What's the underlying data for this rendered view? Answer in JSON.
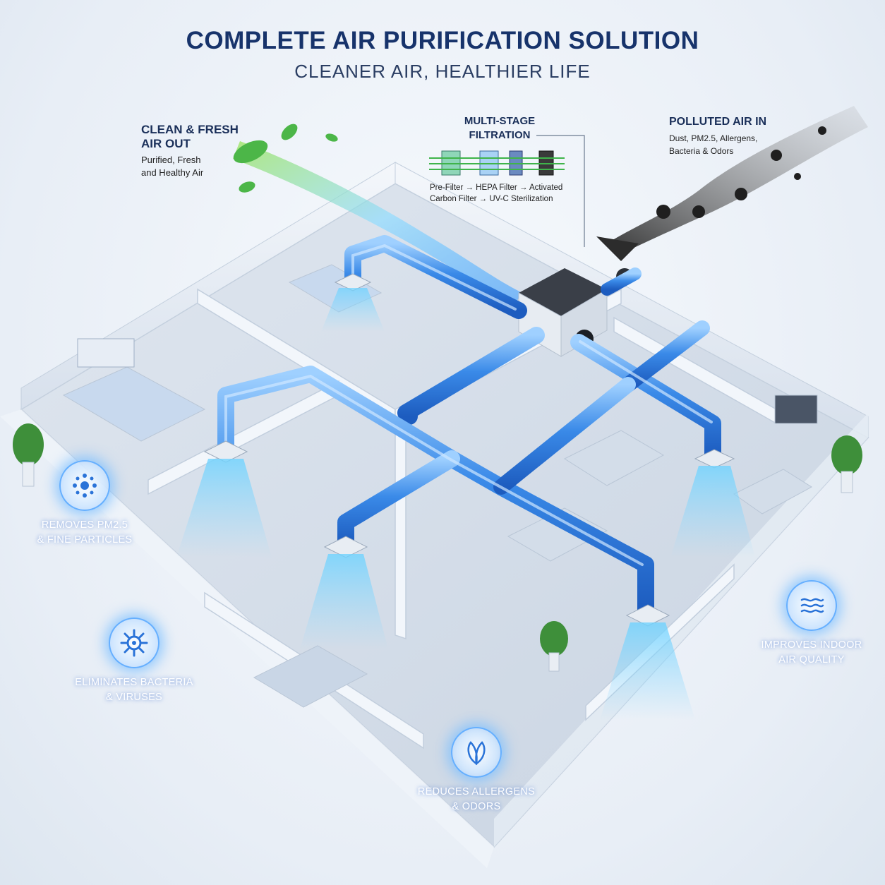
{
  "header": {
    "title": "COMPLETE AIR PURIFICATION SOLUTION",
    "subtitle": "CLEANER AIR, HEALTHIER LIFE"
  },
  "callouts": {
    "clean_air": {
      "heading_line1": "CLEAN & FRESH",
      "heading_line2": "AIR OUT",
      "desc_line1": "Purified, Fresh",
      "desc_line2": "and Healthy Air"
    },
    "polluted_air": {
      "heading": "POLLUTED AIR IN",
      "desc_line1": "Dust, PM2.5, Allergens,",
      "desc_line2": "Bacteria & Odors"
    },
    "filtration": {
      "heading_line1": "MULTI-STAGE",
      "heading_line2": "FILTRATION",
      "flow_line1": "Pre-Filter → HEPA Filter → Activated",
      "flow_line2": "Carbon Filter → UV-C Sterilization"
    }
  },
  "features": [
    {
      "line1": "REMOVES PM2.5",
      "line2": "& FINE PARTICLES",
      "icon": "particles-icon"
    },
    {
      "line1": "ELIMINATES BACTERIA",
      "line2": "& VIRUSES",
      "icon": "virus-icon"
    },
    {
      "line1": "REDUCES ALLERGENS",
      "line2": "& ODORS",
      "icon": "leaf-icon"
    },
    {
      "line1": "IMPROVES INDOOR",
      "line2": "AIR QUALITY",
      "icon": "air-waves-icon"
    }
  ],
  "colors": {
    "title": "#17336b",
    "duct": "#2f7de0",
    "duct_highlight": "#8cc4ff",
    "airflow": "#5cc8ff",
    "leaf": "#4cb648",
    "smoke": "#3a3a3a"
  }
}
